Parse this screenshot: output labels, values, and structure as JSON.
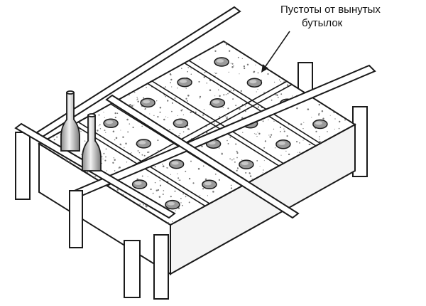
{
  "diagram": {
    "annotation": {
      "line1": "Пустоты от вынутых",
      "line2": "бутылок"
    },
    "blocks": {
      "rows": 2,
      "cols": 5,
      "holes_per_block": 2
    },
    "bottles_shown": 2,
    "colors": {
      "stroke": "#1a1a1a",
      "concrete": "#ffffff",
      "speckle": "#777777",
      "hole": "#9a9a9a",
      "side_shade": "#f4f4f4"
    }
  }
}
